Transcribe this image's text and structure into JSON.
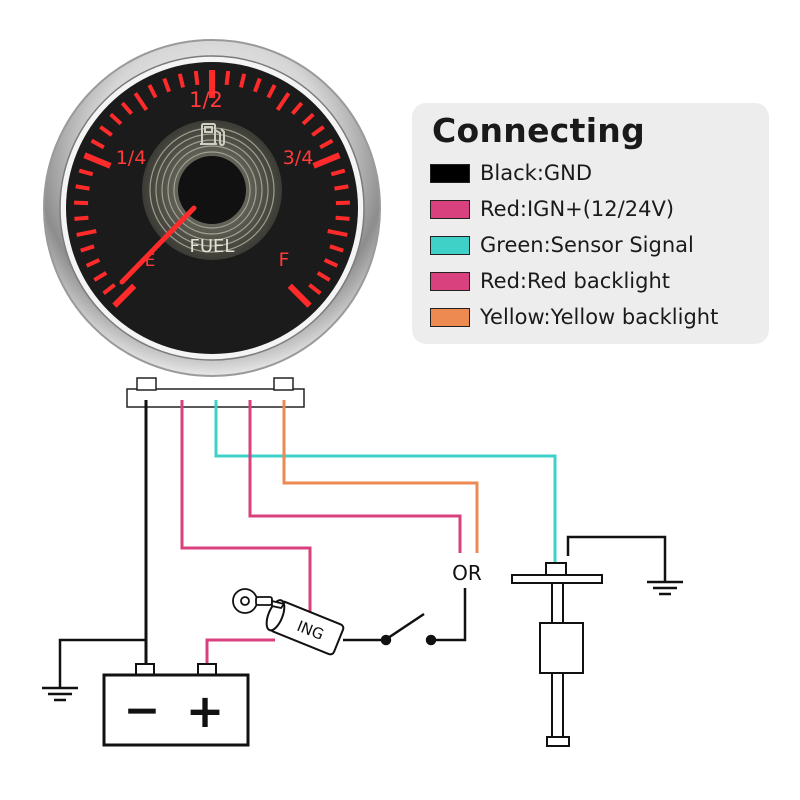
{
  "gauge": {
    "scale_labels": [
      "E",
      "1/4",
      "1/2",
      "3/4",
      "F"
    ],
    "center_label": "FUEL",
    "icon": "fuel-pump-icon",
    "needle_level": 0.0,
    "colors": {
      "backlight": "#ff2b2b",
      "face": "#1b1b1b",
      "bezel": "#c8c8c8"
    }
  },
  "legend": {
    "title": "Connecting",
    "items": [
      {
        "color": "#000000",
        "label": "Black:GND"
      },
      {
        "color": "#d9417e",
        "label": "Red:IGN+(12/24V)"
      },
      {
        "color": "#3fd0c8",
        "label": "Green:Sensor Signal"
      },
      {
        "color": "#d9417e",
        "label": "Red:Red backlight"
      },
      {
        "color": "#ec8a52",
        "label": "Yellow:Yellow backlight"
      }
    ]
  },
  "wiring": {
    "or_label": "OR",
    "ignition_label": "ING",
    "battery_minus": "−",
    "battery_plus": "+",
    "wire_colors": {
      "black": "#111111",
      "red": "#d9417e",
      "green": "#3fd0c8",
      "yellow": "#ec8a52"
    }
  }
}
